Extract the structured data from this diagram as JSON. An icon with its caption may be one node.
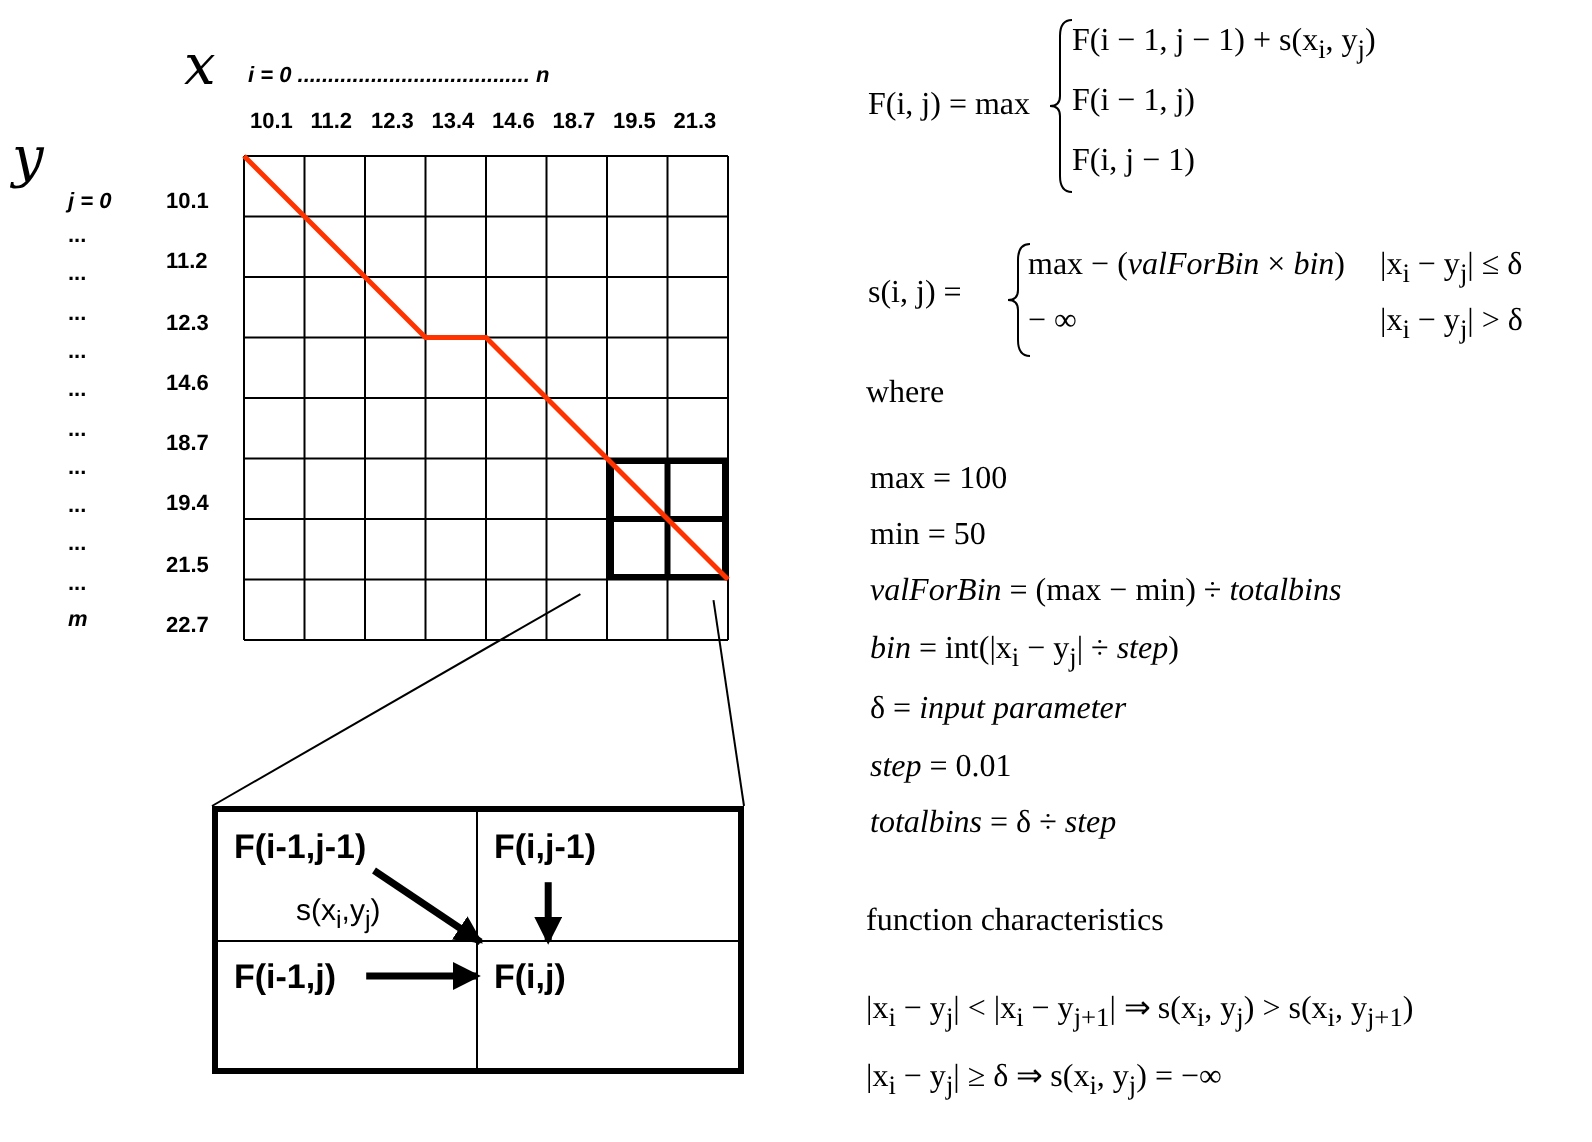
{
  "diagram": {
    "nodes": [
      {
        "text": [],
        "shape": "box"
      },
      {
        "text": [
          "F(i-1,j-1)"
        ],
        "in": 0
      },
      {
        "text": [
          "F(i,j-1)"
        ],
        "in": 0
      },
      {
        "text": [
          "F(i-1,j)"
        ],
        "in": 0
      },
      {
        "text": [
          "F(i,j)"
        ],
        "in": 0
      },
      {
        "text": [],
        "shape": "box"
      }
    ],
    "edges": [
      {
        "from": 1,
        "to": 4,
        "arrow": "to",
        "label": "s(x$_{i}$,y$_{j}$)"
      },
      {
        "from": 2,
        "to": 4,
        "arrow": "to"
      },
      {
        "from": 3,
        "to": 4,
        "arrow": "to"
      },
      {
        "from": 5,
        "to": 0,
        "arrow": "none"
      },
      {
        "from": 5,
        "to": 0,
        "arrow": "none"
      }
    ],
    "labels": [
      "x",
      "i = 0 ...................................... n",
      "10.1",
      "11.2",
      "12.3",
      "13.4",
      "14.6",
      "18.7",
      "19.5",
      "21.3",
      "y",
      "j = 0",
      "...",
      "...",
      "...",
      "...",
      "...",
      "...",
      "...",
      "...",
      "...",
      "...",
      "m",
      "10.1",
      "11.2",
      "12.3",
      "14.6",
      "18.7",
      "19.4",
      "21.5",
      "22.7",
      "F(i, j) = max",
      "F(i − 1, j − 1) + s(x$_{i}$, y$_{j}$)",
      "F(i − 1, j)",
      "F(i, j − 1)",
      "s(i, j) =",
      "max − (*valForBin* × *bin*)",
      "|x$_{i}$ − y$_{j}$| ≤ δ",
      "− ∞",
      "|x$_{i}$ − y$_{j}$| > δ",
      "where",
      "max = 100",
      "min = 50",
      "*valForBin* = (max − min) ÷ *totalbins*",
      "*bin* = int(|x$_{i}$ − y$_{j}$| ÷ *step*)",
      "δ = *input parameter*",
      "*step* = 0.01",
      "*totalbins* = δ ÷ *step*",
      "function characteristics",
      "|x$_{i}$ − y$_{j}$| < |x$_{i}$ − y$_{j+1}$| ⇒ s(x$_{i}$, y$_{j}$) > s(x$_{i}$, y$_{j+1}$)",
      "|x$_{i}$ − y$_{j}$| ≥ δ ⇒ s(x$_{i}$, y$_{j}$) = −∞"
    ]
  }
}
